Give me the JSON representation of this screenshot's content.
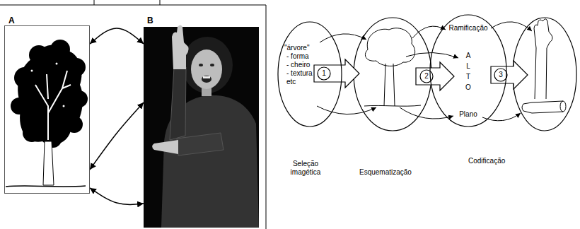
{
  "diagram": {
    "nodes": [
      {
        "text": [
          "A"
        ]
      },
      {
        "text": [
          "B"
        ]
      },
      {
        "text": [
          "\"árvore\"",
          "- forma",
          "- cheiro",
          "- textura",
          "etc"
        ]
      },
      {
        "text": [
          "Ramificação",
          "ALTO",
          "Plano"
        ]
      }
    ],
    "edges": [
      {
        "from": 0,
        "to": 1,
        "arrow": "both"
      },
      {
        "from": 0,
        "to": 1,
        "arrow": "both"
      },
      {
        "from": 0,
        "to": 1,
        "arrow": "both"
      }
    ],
    "labels": [
      "1",
      "2",
      "3",
      "Seleção imagética",
      "Esquematização",
      "Codificação"
    ]
  }
}
